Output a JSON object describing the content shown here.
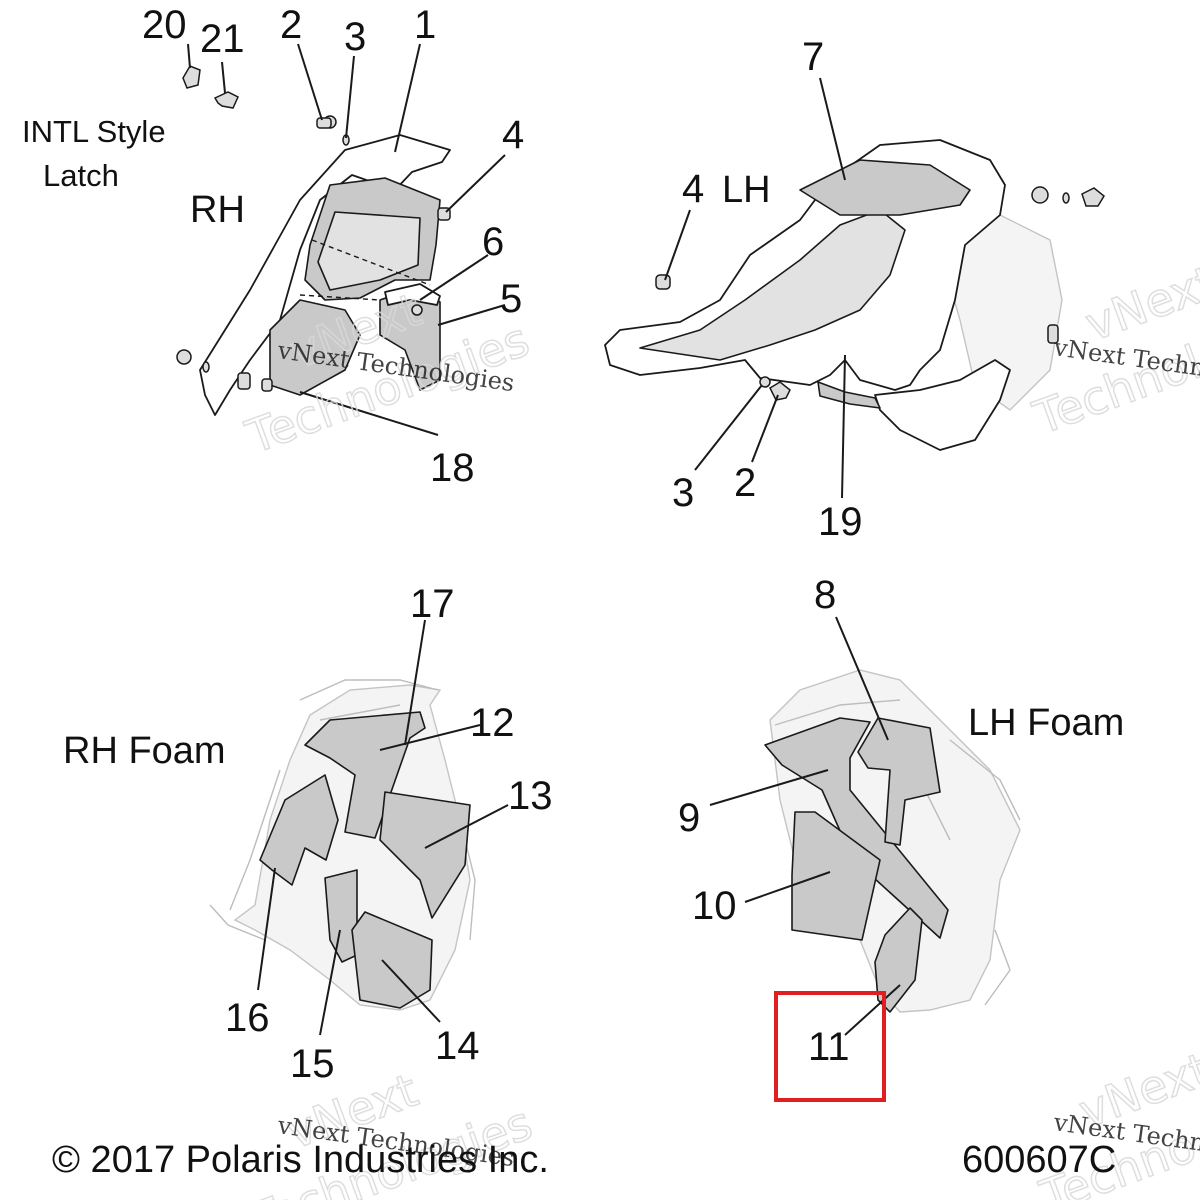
{
  "diagram": {
    "section_labels": {
      "intl_line1": "INTL Style",
      "intl_line2": "Latch",
      "rh": "RH",
      "lh": "LH",
      "rh_foam": "RH Foam",
      "lh_foam": "LH Foam"
    },
    "callouts": {
      "c20": "20",
      "c21": "21",
      "c2a": "2",
      "c3a": "3",
      "c1": "1",
      "c4a": "4",
      "c6": "6",
      "c5": "5",
      "c18": "18",
      "c7": "7",
      "c4b": "4",
      "c3b": "3",
      "c2b": "2",
      "c19": "19",
      "c17": "17",
      "c12": "12",
      "c13": "13",
      "c16": "16",
      "c15": "15",
      "c14": "14",
      "c8": "8",
      "c9": "9",
      "c10": "10",
      "c11": "11"
    },
    "highlight": {
      "callout": "11",
      "color": "#e02020"
    },
    "watermark": {
      "text": "vNext Technologies",
      "word1": "vNext",
      "word2": "Technologies",
      "word3": "Technolo",
      "word4": "Techno"
    },
    "footer": {
      "copyright": "© 2017 Polaris Industries Inc.",
      "drawing_number": "600607C"
    }
  }
}
